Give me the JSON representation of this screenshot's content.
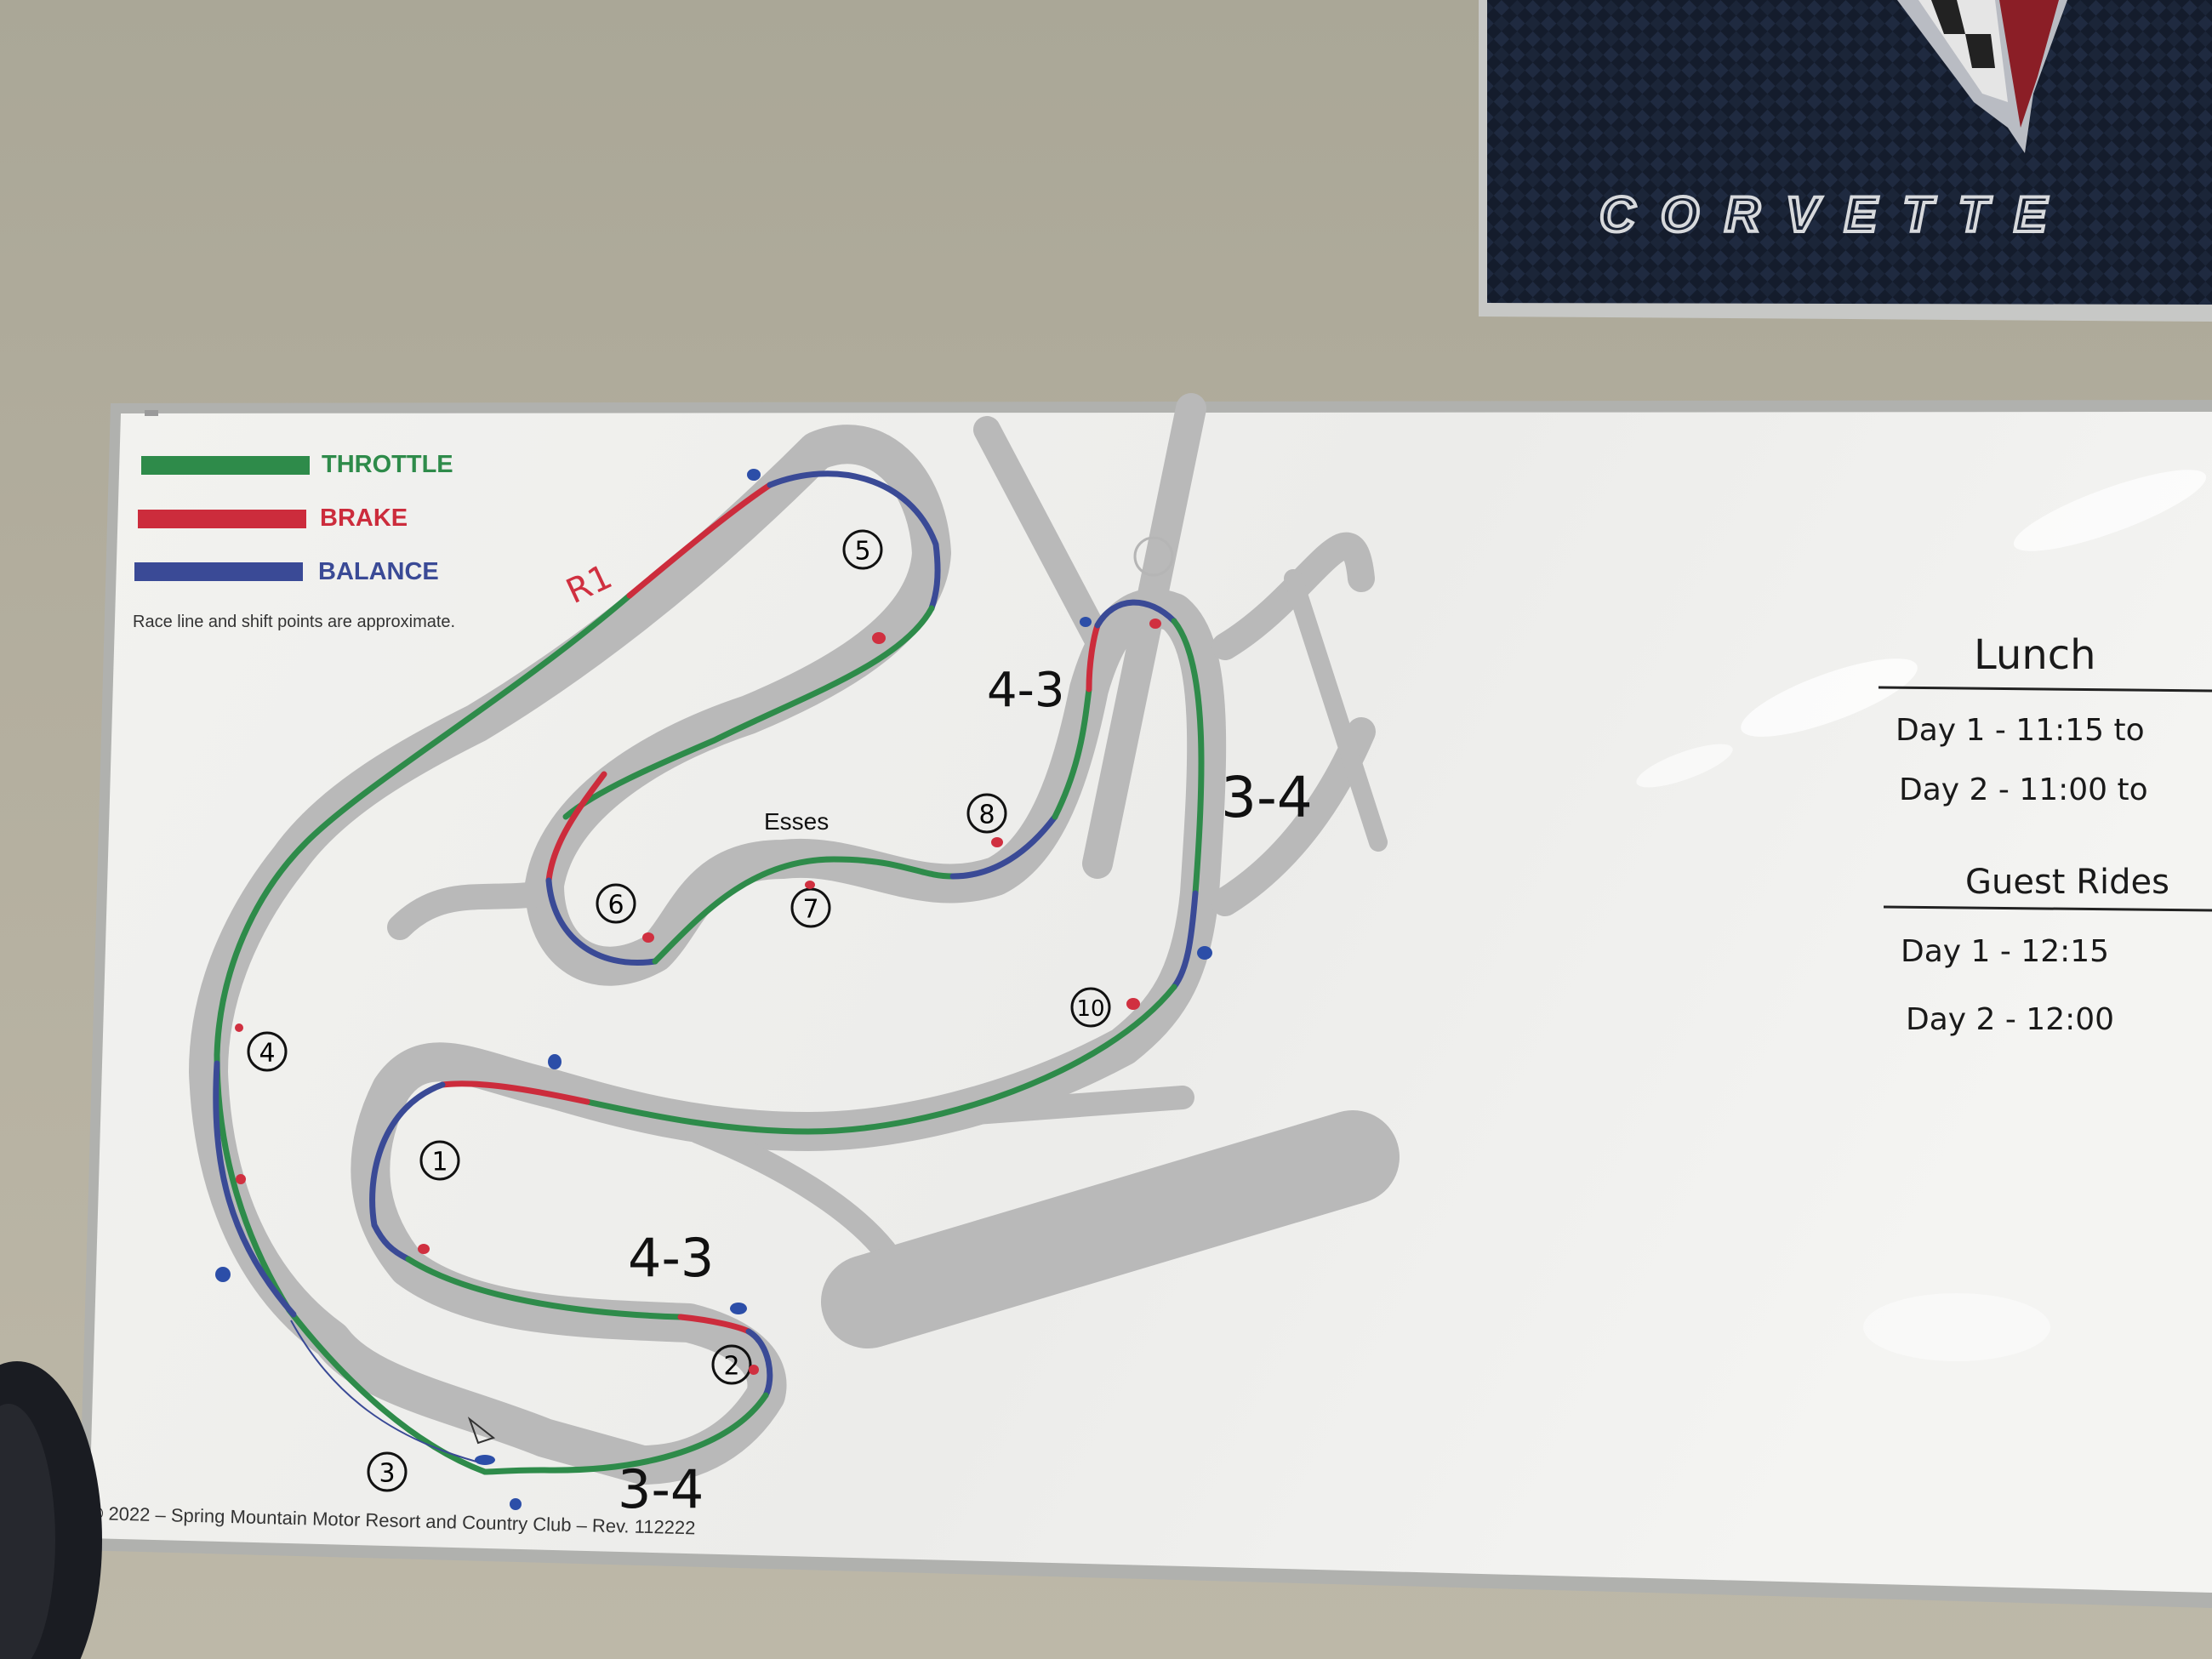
{
  "poster": {
    "logo_text": "CORVETTE",
    "colors": {
      "carbon": "#141c2c",
      "frame": "#c7c8c6",
      "logo": "#d7d9dc"
    }
  },
  "legend": {
    "items": [
      {
        "label": "THROTTLE",
        "color": "#2e8b4a"
      },
      {
        "label": "BRAKE",
        "color": "#cc2c3c"
      },
      {
        "label": "BALANCE",
        "color": "#3a4a96"
      }
    ],
    "note": "Race line and shift points are approximate."
  },
  "map": {
    "esses_label": "Esses",
    "turns": [
      "1",
      "2",
      "3",
      "4",
      "5",
      "6",
      "7",
      "8",
      "10"
    ],
    "copyright": "© 2022 – Spring Mountain Motor Resort and Country Club – Rev. 112222",
    "colors": {
      "track": "#b9b9b9",
      "throttle": "#2e8b4a",
      "brake": "#cc2c3c",
      "balance": "#3a4a96"
    }
  },
  "annotations": {
    "gear_marks": [
      "4-3",
      "3-4",
      "4-3",
      "3-4"
    ],
    "r1": "R1"
  },
  "schedule": {
    "lunch_title": "Lunch",
    "lunch": [
      "Day 1 - 11:15 to",
      "Day 2 - 11:00 to"
    ],
    "rides_title": "Guest Rides",
    "rides": [
      "Day 1 - 12:15",
      "Day 2 - 12:00"
    ]
  }
}
